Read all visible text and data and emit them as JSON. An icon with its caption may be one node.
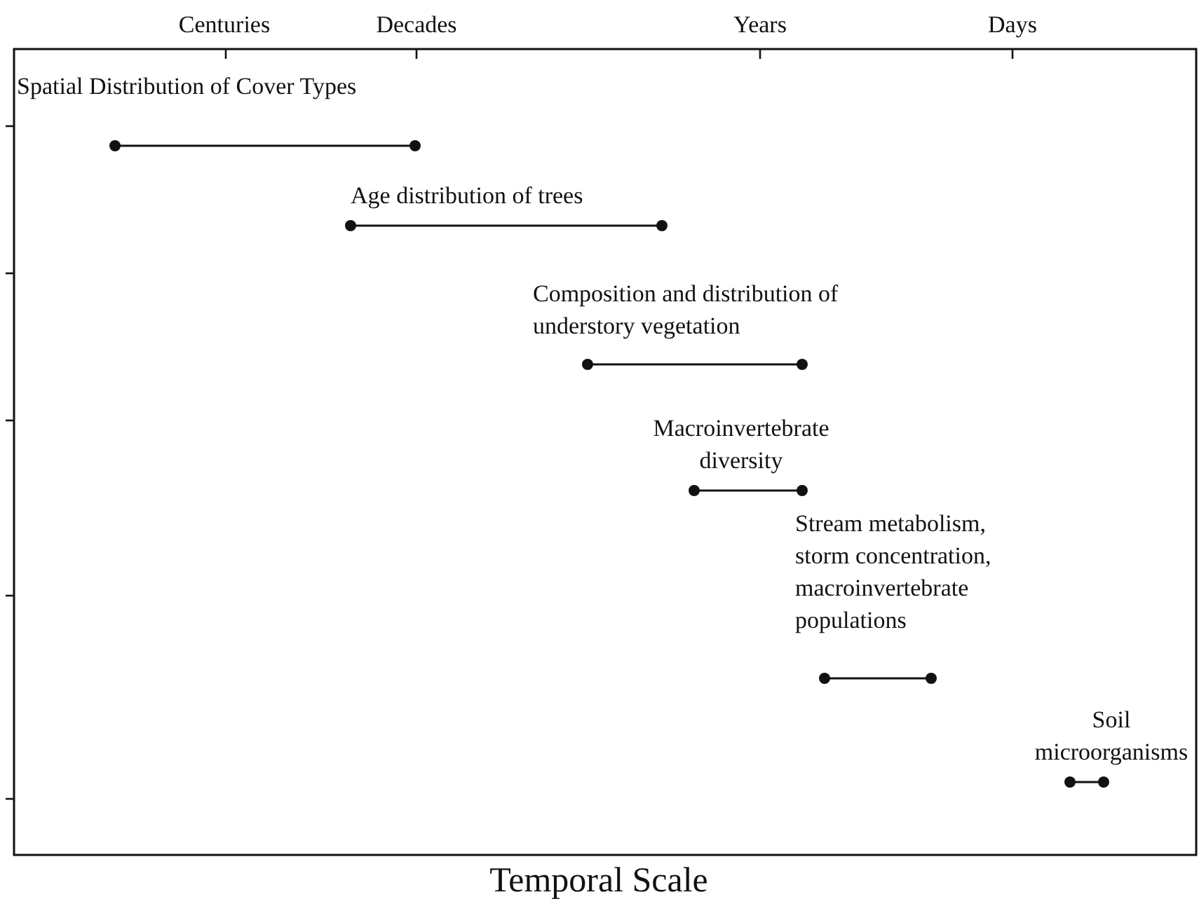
{
  "diagram": {
    "labels": [
      "Centuries",
      "Decades",
      "Years",
      "Days",
      "Spatial Distribution of Cover Types",
      "Age distribution of trees",
      "Composition and distribution of understory vegetation",
      "Macroinvertebrate diversity",
      "Stream metabolism, storm concentration, macroinvertebrate populations",
      "Soil microorganisms",
      "Temporal Scale"
    ]
  }
}
